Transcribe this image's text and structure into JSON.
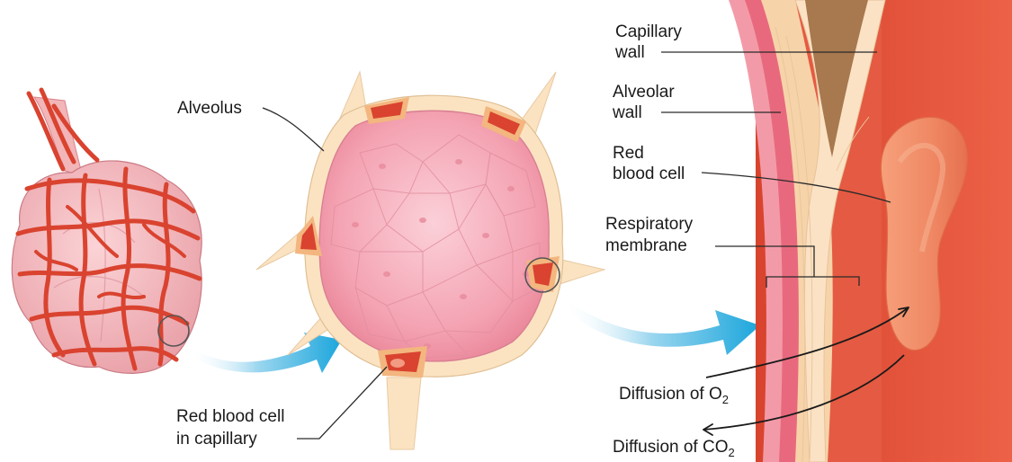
{
  "labels": {
    "alveolus": "Alveolus",
    "rbc_capillary_line1": "Red blood cell",
    "rbc_capillary_line2": "in capillary",
    "capillary_wall_line1": "Capillary",
    "capillary_wall_line2": "wall",
    "alveolar_wall_line1": "Alveolar",
    "alveolar_wall_line2": "wall",
    "red_blood_cell_line1": "Red",
    "red_blood_cell_line2": "blood cell",
    "respiratory_membrane_line1": "Respiratory",
    "respiratory_membrane_line2": "membrane",
    "diffusion_o2_prefix": "Diffusion of O",
    "diffusion_o2_sub": "2",
    "diffusion_co2_prefix": "Diffusion of CO",
    "diffusion_co2_sub": "2"
  },
  "colors": {
    "capillary_red": "#d9432f",
    "alveolus_pink": "#f4a8b6",
    "tissue_cream": "#fbe3c2",
    "flow_arrow_blue": "#1ba6dc",
    "blood_plasma": "#e8553b",
    "capillary_lumen_brown": "#a8784f"
  }
}
